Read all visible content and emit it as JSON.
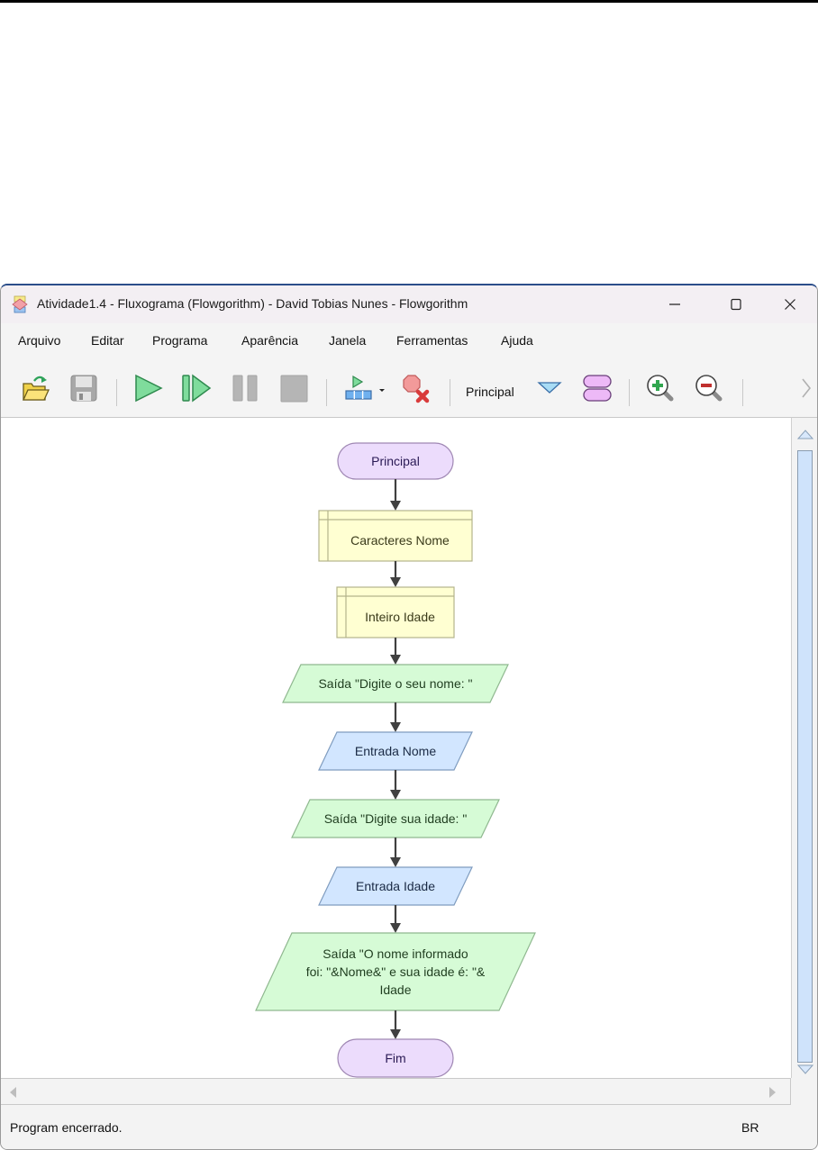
{
  "window": {
    "title": "Atividade1.4 - Fluxograma (Flowgorithm) - David Tobias Nunes - Flowgorithm",
    "controls": [
      "minimize",
      "maximize",
      "close"
    ]
  },
  "menu": {
    "items": [
      {
        "label": "Arquivo"
      },
      {
        "label": "Editar"
      },
      {
        "label": "Programa"
      },
      {
        "label": "Aparência"
      },
      {
        "label": "Janela"
      },
      {
        "label": "Ferramentas"
      },
      {
        "label": "Ajuda"
      }
    ]
  },
  "toolbar": {
    "buttons": [
      {
        "icon": "open-folder-icon",
        "tooltip": "Abrir"
      },
      {
        "icon": "save-icon",
        "tooltip": "Salvar",
        "enabled": false
      },
      {
        "icon": "run-icon",
        "tooltip": "Executar"
      },
      {
        "icon": "step-icon",
        "tooltip": "Passo"
      },
      {
        "icon": "pause-icon",
        "enabled": false
      },
      {
        "icon": "stop-icon",
        "enabled": false
      },
      {
        "icon": "breakpoint-layout-icon"
      },
      {
        "icon": "clear-breakpoints-icon"
      },
      {
        "icon": "function-dropdown-icon"
      },
      {
        "icon": "manage-functions-icon"
      },
      {
        "icon": "zoom-in-icon"
      },
      {
        "icon": "zoom-out-icon"
      },
      {
        "icon": "more-chevron-icon"
      }
    ],
    "function_selector": "Principal"
  },
  "flowchart": {
    "colors": {
      "terminal_fill": "#ecdcfc",
      "terminal_stroke": "#9f87b3",
      "declare_fill": "#ffffd2",
      "declare_stroke": "#b3b38c",
      "output_fill": "#d6fbd6",
      "output_stroke": "#8fb88f",
      "input_fill": "#d2e6ff",
      "input_stroke": "#7f9cbf",
      "arrow": "#404040"
    },
    "nodes": [
      {
        "type": "terminal",
        "lines": [
          "Principal"
        ]
      },
      {
        "type": "declare",
        "lines": [
          "Caracteres Nome"
        ]
      },
      {
        "type": "declare",
        "lines": [
          "Inteiro Idade"
        ]
      },
      {
        "type": "output",
        "lines": [
          "Saída \"Digite o seu nome: \""
        ]
      },
      {
        "type": "input",
        "lines": [
          "Entrada Nome"
        ]
      },
      {
        "type": "output",
        "lines": [
          "Saída \"Digite sua idade: \""
        ]
      },
      {
        "type": "input",
        "lines": [
          "Entrada Idade"
        ]
      },
      {
        "type": "output",
        "lines": [
          "Saída \"O nome informado",
          "foi: \"&Nome&\" e sua idade é: \"&",
          "Idade"
        ]
      },
      {
        "type": "terminal",
        "lines": [
          "Fim"
        ]
      }
    ]
  },
  "status": {
    "message": "Program encerrado.",
    "language": "BR"
  }
}
